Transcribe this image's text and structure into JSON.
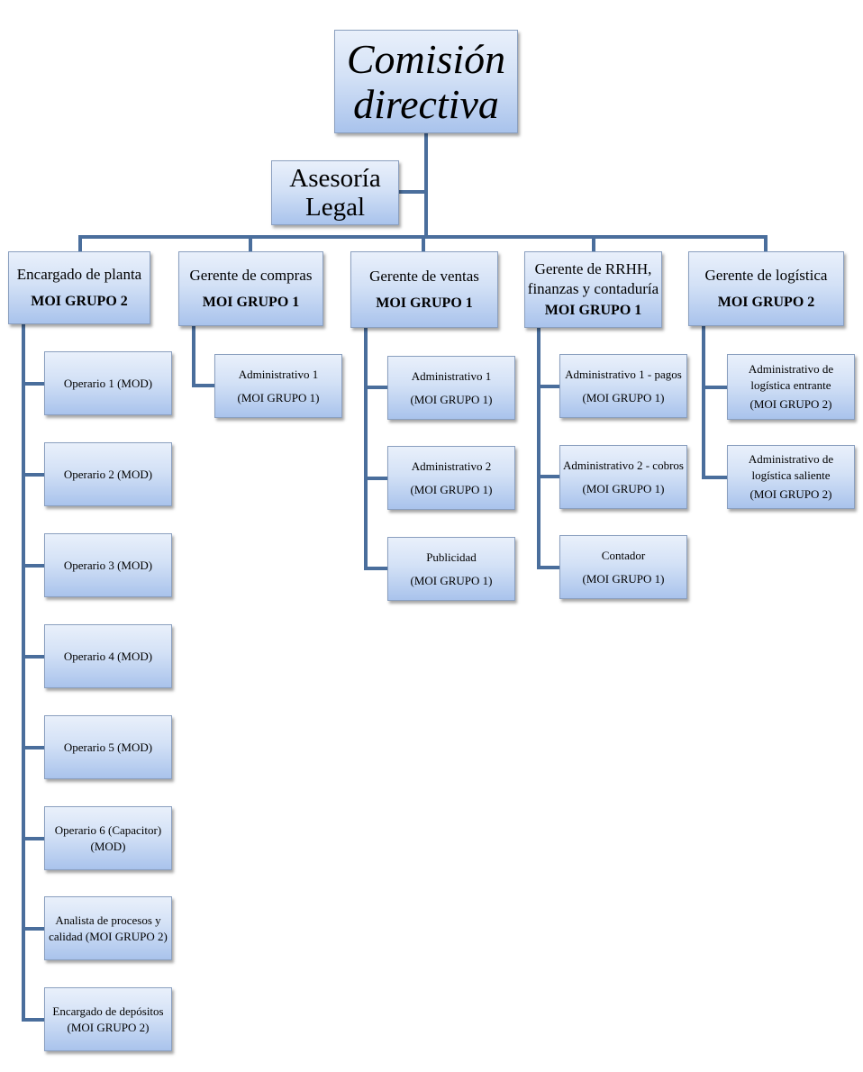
{
  "root": {
    "line1": "Comisión",
    "line2": "directiva"
  },
  "advisory": {
    "line1": "Asesoría",
    "line2": "Legal"
  },
  "departments": [
    {
      "title": "Encargado de planta",
      "group": "MOI GRUPO 2",
      "children": [
        {
          "line1": "Operario 1 (MOD)",
          "line2": ""
        },
        {
          "line1": "Operario 2 (MOD)",
          "line2": ""
        },
        {
          "line1": "Operario 3 (MOD)",
          "line2": ""
        },
        {
          "line1": "Operario 4 (MOD)",
          "line2": ""
        },
        {
          "line1": "Operario 5 (MOD)",
          "line2": ""
        },
        {
          "line1": "Operario 6 (Capacitor)",
          "line2": "(MOD)"
        },
        {
          "line1": "Analista de procesos y",
          "line2": "calidad (MOI GRUPO 2)"
        },
        {
          "line1": "Encargado de depósitos",
          "line2": "(MOI GRUPO 2)"
        }
      ]
    },
    {
      "title": "Gerente de compras",
      "group": "MOI GRUPO 1",
      "children": [
        {
          "line1": "Administrativo 1",
          "line2": "(MOI GRUPO 1)"
        }
      ]
    },
    {
      "title": "Gerente de ventas",
      "group": "MOI GRUPO 1",
      "children": [
        {
          "line1": "Administrativo 1",
          "line2": "(MOI GRUPO 1)"
        },
        {
          "line1": "Administrativo 2",
          "line2": "(MOI GRUPO 1)"
        },
        {
          "line1": "Publicidad",
          "line2": "(MOI GRUPO 1)"
        }
      ]
    },
    {
      "title": "Gerente de RRHH,",
      "title2": "finanzas y contaduría",
      "group": "MOI GRUPO 1",
      "children": [
        {
          "line1": "Administrativo 1 - pagos",
          "line2": "(MOI GRUPO 1)"
        },
        {
          "line1": "Administrativo 2 - cobros",
          "line2": "(MOI GRUPO 1)"
        },
        {
          "line1": "Contador",
          "line2": "(MOI GRUPO 1)"
        }
      ]
    },
    {
      "title": "Gerente de logística",
      "group": "MOI GRUPO 2",
      "children": [
        {
          "line1": "Administrativo de",
          "line2": "logística entrante",
          "line3": "(MOI GRUPO 2)"
        },
        {
          "line1": "Administrativo de",
          "line2": "logística saliente",
          "line3": "(MOI GRUPO 2)"
        }
      ]
    }
  ],
  "colors": {
    "connector": "#4a6e9c",
    "box_border": "#8a9fbf",
    "box_fill_top": "#e9f0fb",
    "box_fill_bottom": "#a9c3ec"
  }
}
